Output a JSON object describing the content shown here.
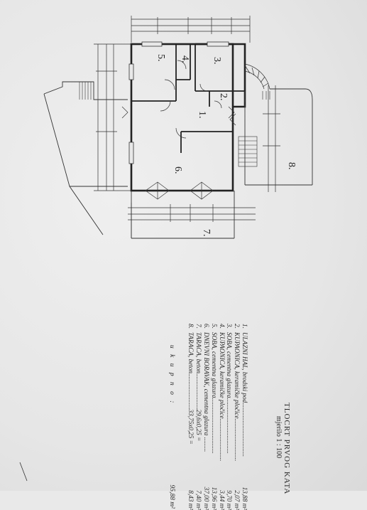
{
  "drawing": {
    "title": "TLOCRT PRVOG KATA",
    "scale": "mjerilo 1 : 100"
  },
  "rooms": [
    {
      "num": "1."
    },
    {
      "num": "2."
    },
    {
      "num": "3."
    },
    {
      "num": "4."
    },
    {
      "num": "5."
    },
    {
      "num": "6."
    },
    {
      "num": "7."
    },
    {
      "num": "8."
    }
  ],
  "legend": [
    {
      "idx": "1.",
      "text": "ULAZNI HAL, brodski pod.................................",
      "area": "13,88 m²"
    },
    {
      "idx": "2.",
      "text": "KUPAONICA, keramičke pločice..........................",
      "area": "2,07 m²"
    },
    {
      "idx": "3.",
      "text": "SOBA, cementna glazura..................................",
      "area": "9,70 m²"
    },
    {
      "idx": "4.",
      "text": "KUPAONICA, keramičke pločice..........................",
      "area": "3,44 m²"
    },
    {
      "idx": "5.",
      "text": "SOBA, cementna glazura..................................",
      "area": "13,96 m²"
    },
    {
      "idx": "6.",
      "text": "DNEVNI BORAVAK, cementna glazura .........",
      "area": "37,00 m²"
    },
    {
      "idx": "7.",
      "text": "TARACA, beton......................29,6x0,25 =",
      "area": "7,40 m²"
    },
    {
      "idx": "8.",
      "text": "TARACA, beton......................33,75x0,25 =",
      "area": "8,43 m²"
    }
  ],
  "total": {
    "label": "u k u p n o :",
    "value": "95,88 m²"
  }
}
